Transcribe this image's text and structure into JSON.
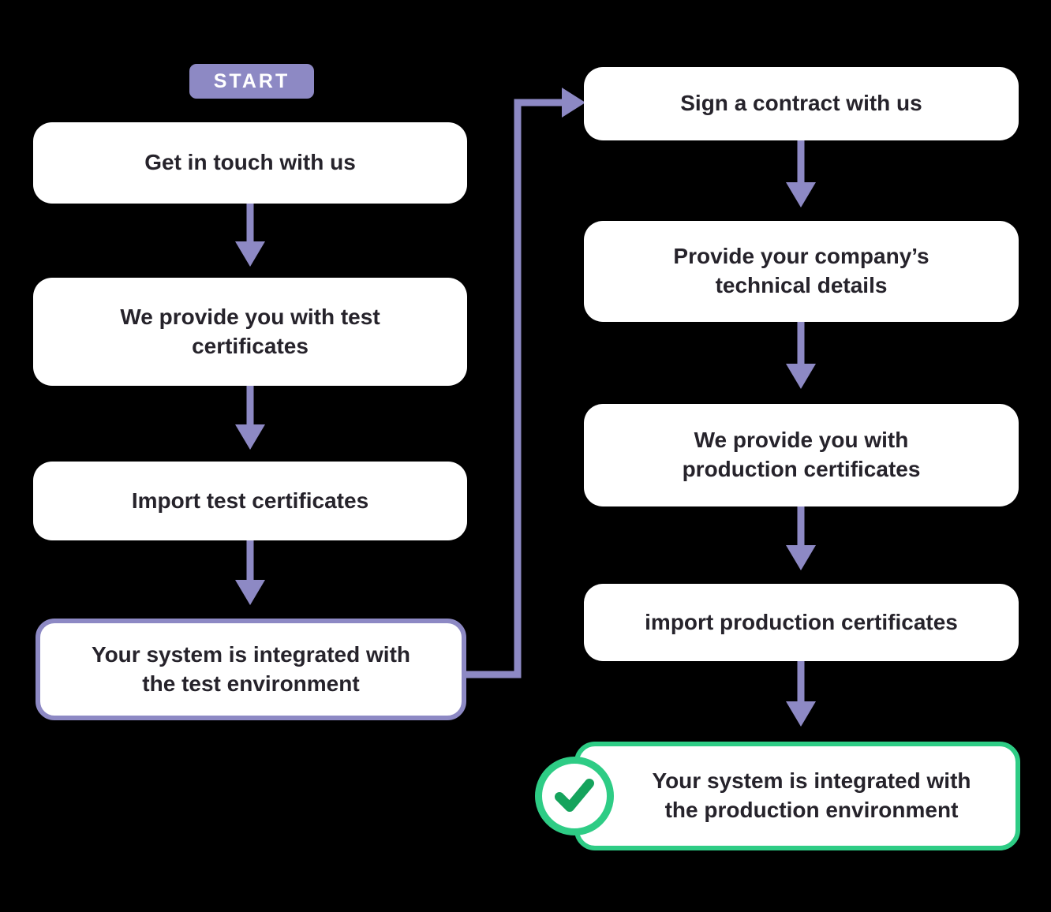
{
  "diagram": {
    "start_label": "START",
    "left_column": [
      {
        "label": "Get in touch with us"
      },
      {
        "label": "We provide you with test\ncertificates"
      },
      {
        "label": "Import test certificates"
      },
      {
        "label": "Your system is integrated with\nthe test environment",
        "highlight": "purple-outline"
      }
    ],
    "right_column": [
      {
        "label": "Sign a contract with us"
      },
      {
        "label": "Provide your company’s\ntechnical details"
      },
      {
        "label": "We provide you with\nproduction certificates"
      },
      {
        "label": "import production certificates"
      },
      {
        "label": "Your system is integrated with\nthe production environment",
        "highlight": "green-outline",
        "icon": "check-icon"
      }
    ],
    "colors": {
      "background": "#000000",
      "node_background": "#ffffff",
      "text": "#26232b",
      "accent_purple": "#8d89c4",
      "accent_green": "#2ecc85",
      "check_green": "#15a35c"
    }
  }
}
